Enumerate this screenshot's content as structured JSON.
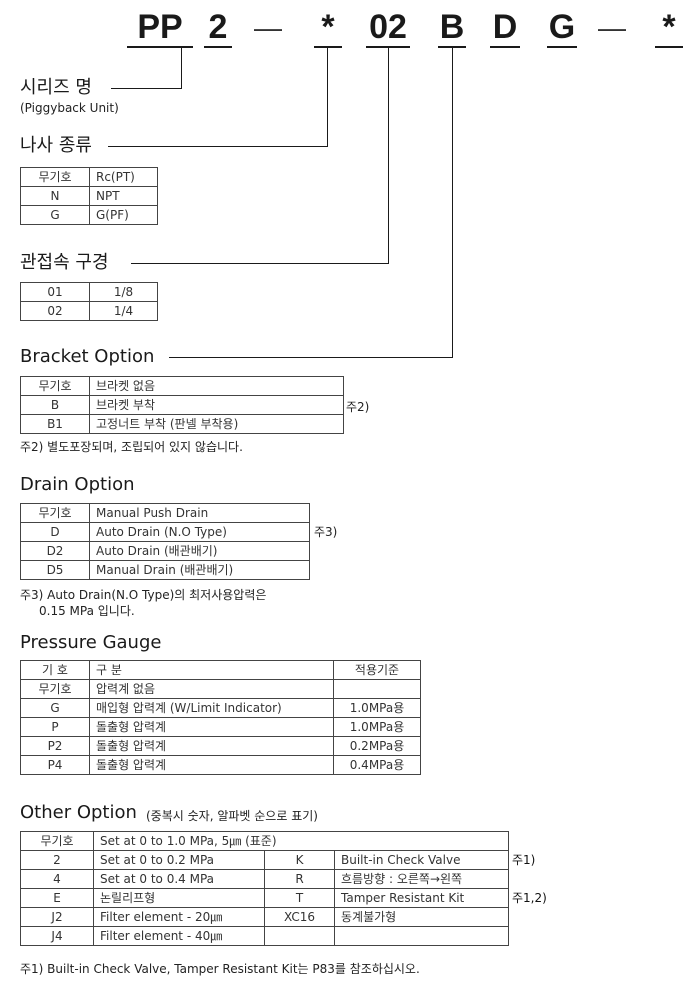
{
  "model_code": {
    "pp": "PP",
    "two": "2",
    "dash1": "—",
    "star1": "*",
    "zero_two": "02",
    "b": "B",
    "d": "D",
    "g": "G",
    "dash2": "—",
    "star2": "*"
  },
  "series": {
    "title": "시리즈 명",
    "subtitle": "(Piggyback Unit)"
  },
  "thread": {
    "title": "나사 종류",
    "rows": [
      [
        "무기호",
        "Rc(PT)"
      ],
      [
        "N",
        "NPT"
      ],
      [
        "G",
        "G(PF)"
      ]
    ]
  },
  "port": {
    "title": "관접속 구경",
    "rows": [
      [
        "01",
        "1/8"
      ],
      [
        "02",
        "1/4"
      ]
    ]
  },
  "bracket": {
    "title": "Bracket Option",
    "rows": [
      [
        "무기호",
        "브라켓 없음"
      ],
      [
        "B",
        "브라켓 부착"
      ],
      [
        "B1",
        "고정너트 부착 (판넬 부착용)"
      ]
    ],
    "side_note": "주2)",
    "footnote": "주2) 별도포장되며, 조립되어 있지 않습니다."
  },
  "drain": {
    "title": "Drain Option",
    "rows": [
      [
        "무기호",
        "Manual Push Drain"
      ],
      [
        "D",
        "Auto Drain (N.O Type)"
      ],
      [
        "D2",
        "Auto Drain (배관배기)"
      ],
      [
        "D5",
        "Manual Drain (배관배기)"
      ]
    ],
    "side_note": "주3)",
    "footnote_line1": "주3) Auto Drain(N.O Type)의 최저사용압력은",
    "footnote_line2": "0.15 MPa 입니다."
  },
  "gauge": {
    "title": "Pressure Gauge",
    "headers": [
      "기 호",
      "구 분",
      "적용기준"
    ],
    "rows": [
      [
        "무기호",
        "압력계 없음",
        ""
      ],
      [
        "G",
        "매입형 압력계 (W/Limit Indicator)",
        "1.0MPa용"
      ],
      [
        "P",
        "돌출형 압력계",
        "1.0MPa용"
      ],
      [
        "P2",
        "돌출형 압력계",
        "0.2MPa용"
      ],
      [
        "P4",
        "돌출형 압력계",
        "0.4MPa용"
      ]
    ]
  },
  "other": {
    "title": "Other Option",
    "title_note": "(중복시 숫자, 알파벳 순으로 표기)",
    "row0": [
      "무기호",
      "Set at 0 to 1.0 MPa, 5㎛ (표준)"
    ],
    "rows": [
      [
        "2",
        "Set at 0 to 0.2 MPa",
        "K",
        "Built-in Check Valve",
        "주1)"
      ],
      [
        "4",
        "Set at 0 to 0.4 MPa",
        "R",
        "흐름방향 : 오른쪽→왼쪽",
        ""
      ],
      [
        "E",
        "논릴리프형",
        "T",
        "Tamper Resistant Kit",
        "주1,2)"
      ],
      [
        "J2",
        "Filter element - 20㎛",
        "XC16",
        "동계불가형",
        ""
      ],
      [
        "J4",
        "Filter element - 40㎛",
        "",
        "",
        " "
      ]
    ],
    "footnote": "주1) Built-in Check Valve, Tamper Resistant Kit는 P83를 참조하십시오."
  }
}
